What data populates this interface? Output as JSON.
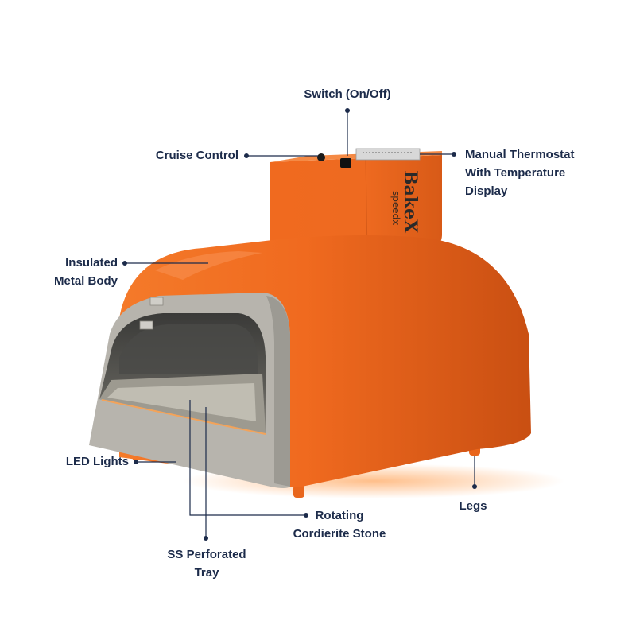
{
  "product": {
    "brand": "BakeX",
    "sub_brand": "speedx"
  },
  "colors": {
    "body_orange": "#f06a1f",
    "frame_gray": "#b7b4ad",
    "label_navy": "#1c2b4a"
  },
  "callouts": {
    "switch": {
      "lines": [
        "Switch (On/Off)"
      ]
    },
    "cruise_control": {
      "lines": [
        "Cruise Control"
      ]
    },
    "thermostat": {
      "lines": [
        "Manual Thermostat",
        "With Temperature",
        "Display"
      ]
    },
    "metal_body": {
      "lines": [
        "Insulated",
        "Metal Body"
      ]
    },
    "led_lights": {
      "lines": [
        "LED Lights"
      ]
    },
    "stone": {
      "lines": [
        "Rotating",
        "Cordierite Stone"
      ]
    },
    "legs": {
      "lines": [
        "Legs"
      ]
    },
    "tray": {
      "lines": [
        "SS Perforated",
        "Tray"
      ]
    }
  }
}
